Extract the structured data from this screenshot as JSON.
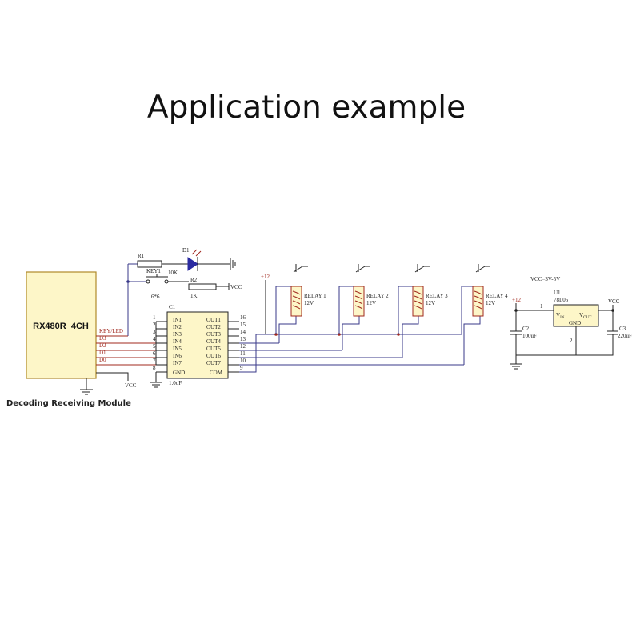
{
  "title": "Application example",
  "module": {
    "name": "RX480R_4CH",
    "caption": "Decoding Receiving Module",
    "pins": [
      "KEY/LED",
      "D3",
      "D2",
      "D1",
      "D0"
    ],
    "vcc": "VCC"
  },
  "r1": {
    "ref": "R1",
    "value": "10K"
  },
  "r2": {
    "ref": "R2",
    "value": "1K"
  },
  "led": {
    "ref": "D1"
  },
  "key": {
    "ref": "KEY1",
    "size": "6*6"
  },
  "vcc_label": "VCC",
  "ic": {
    "ref": "C1",
    "value": "1.0uF",
    "left_pins": [
      {
        "num": "1",
        "name": "IN1"
      },
      {
        "num": "2",
        "name": "IN2"
      },
      {
        "num": "3",
        "name": "IN3"
      },
      {
        "num": "4",
        "name": "IN4"
      },
      {
        "num": "5",
        "name": "IN5"
      },
      {
        "num": "6",
        "name": "IN6"
      },
      {
        "num": "7",
        "name": "IN7"
      },
      {
        "num": "8",
        "name": "GND"
      }
    ],
    "right_pins": [
      {
        "num": "16",
        "name": "OUT1"
      },
      {
        "num": "15",
        "name": "OUT2"
      },
      {
        "num": "14",
        "name": "OUT3"
      },
      {
        "num": "13",
        "name": "OUT4"
      },
      {
        "num": "12",
        "name": "OUT5"
      },
      {
        "num": "11",
        "name": "OUT6"
      },
      {
        "num": "10",
        "name": "OUT7"
      },
      {
        "num": "9",
        "name": "COM"
      }
    ]
  },
  "relays": [
    {
      "label": "RELAY 1",
      "voltage": "12V"
    },
    {
      "label": "RELAY 2",
      "voltage": "12V"
    },
    {
      "label": "RELAY 3",
      "voltage": "12V"
    },
    {
      "label": "RELAY 4",
      "voltage": "12V"
    }
  ],
  "supply_plus12": "+12",
  "regulator": {
    "note": "VCC=3V-5V",
    "ref": "U1",
    "part": "78L05",
    "vin": "V",
    "vin_sub": "IN",
    "vout": "V",
    "vout_sub": "OUT",
    "gnd": "GND",
    "pin1": "1",
    "pin2": "2",
    "c2_ref": "C2",
    "c2_value": "100uF",
    "c3_ref": "C3",
    "c3_value": "220uF",
    "plus12": "+12",
    "vcc": "VCC"
  }
}
